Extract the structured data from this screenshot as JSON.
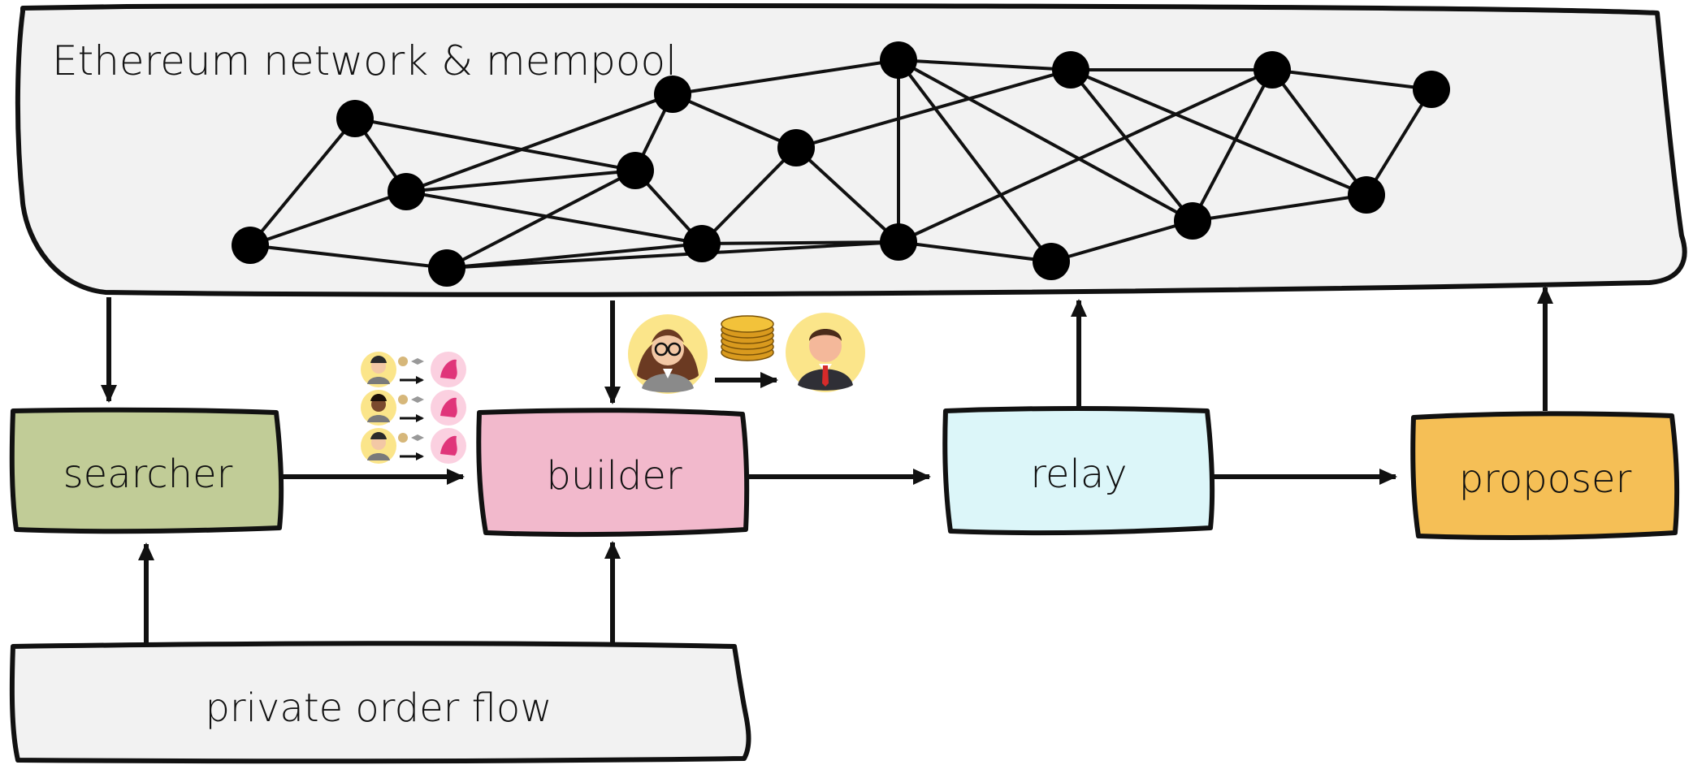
{
  "network": {
    "title": "Ethereum network & mempool"
  },
  "boxes": {
    "searcher": {
      "label": "searcher",
      "color": "#c1cc97"
    },
    "builder": {
      "label": "builder",
      "color": "#f2b9cc"
    },
    "relay": {
      "label": "relay",
      "color": "#dcf6f9"
    },
    "proposer": {
      "label": "proposer",
      "color": "#f5bf56"
    }
  },
  "private_flow": {
    "label": "private order flow",
    "color": "#f2f2f2"
  },
  "network_color": "#f2f2f2",
  "icons": {
    "searcher_bundles": [
      "person-swap-unicorn-icon",
      "person-swap-unicorn-icon",
      "person-swap-unicorn-icon"
    ],
    "payment": [
      "builder-person-icon",
      "coin-stack-icon",
      "proposer-person-icon"
    ]
  }
}
